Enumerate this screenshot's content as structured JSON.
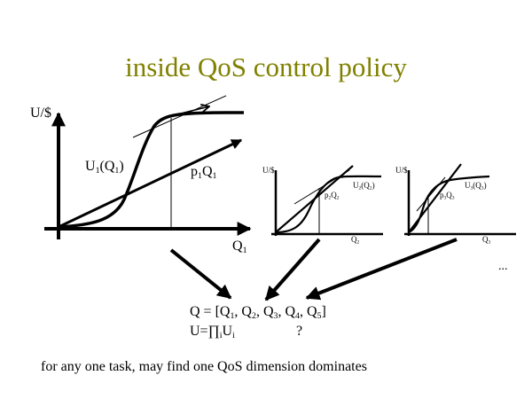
{
  "colors": {
    "title": "#808000",
    "ink": "#000000",
    "background": "#ffffff"
  },
  "slide": {
    "title": "inside QoS control policy",
    "plot1": {
      "ylabel": "U/$",
      "curve_label": "U",
      "curve_sub": "1",
      "curve_arg": "(Q",
      "curve_arg_sub": "1",
      "curve_close": ")",
      "line_label": "p",
      "line_sub": "1",
      "line_q": "Q",
      "line_q_sub": "1",
      "xlabel": "Q",
      "xlabel_sub": "1"
    },
    "plot2": {
      "ylabel": "U/$",
      "curve_label": "U",
      "curve_sub": "2",
      "curve_arg": "(Q",
      "curve_arg_sub": "2",
      "curve_close": ")",
      "line_label": "p",
      "line_sub": "2",
      "line_q": "Q",
      "line_q_sub": "2",
      "xlabel": "Q",
      "xlabel_sub": "2"
    },
    "plot3": {
      "ylabel": "U/$",
      "curve_label": "U",
      "curve_sub": "3",
      "curve_arg": "(Q",
      "curve_arg_sub": "3",
      "curve_close": ")",
      "line_label": "p",
      "line_sub": "3",
      "line_q": "Q",
      "line_q_sub": "3",
      "xlabel": "Q",
      "xlabel_sub": "3"
    },
    "ellipsis": "...",
    "formula_q": {
      "prefix": "Q = [Q",
      "s1": "1",
      "c1": ", Q",
      "s2": "2",
      "c2": ", Q",
      "s3": "3",
      "c3": ", Q",
      "s4": "4",
      "c4": ", Q",
      "s5": "5",
      "suffix": "]"
    },
    "formula_u": {
      "prefix": "U=∏",
      "sub1": "i",
      "mid": "U",
      "sub2": "i",
      "question": "?"
    },
    "caption": "for any one task, may find one QoS dimension dominates"
  }
}
